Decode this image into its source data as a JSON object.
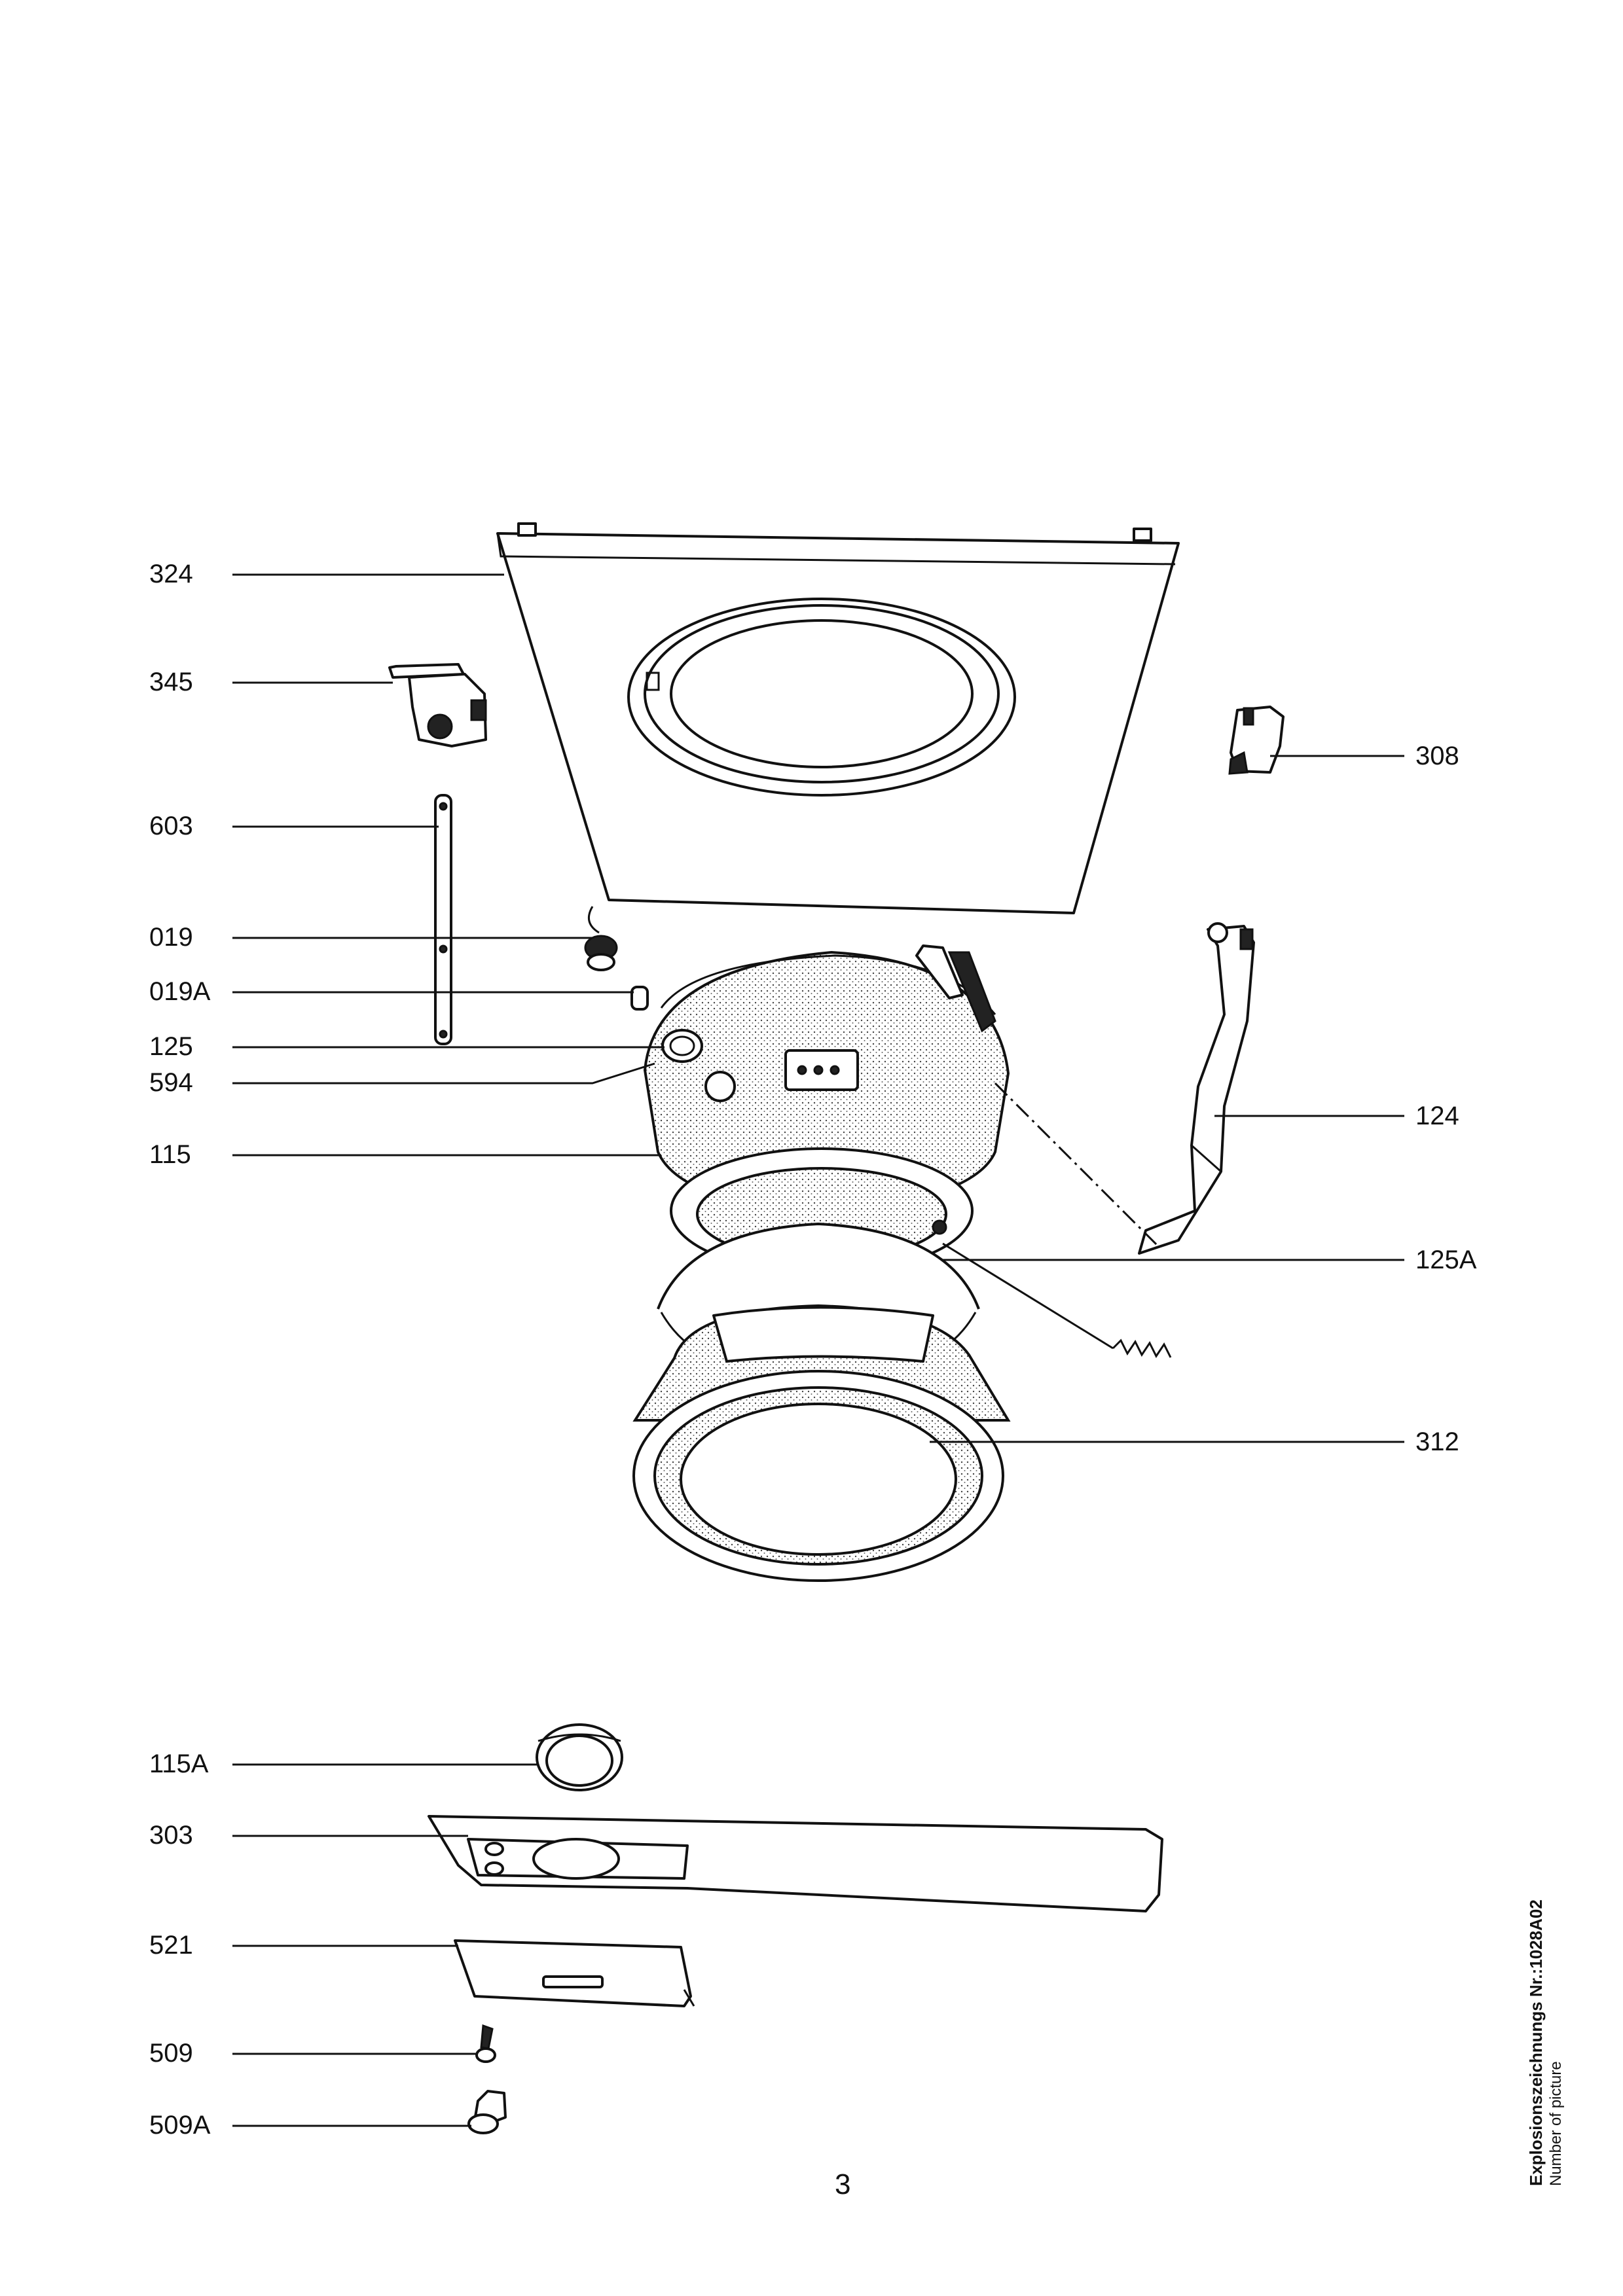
{
  "callouts": [
    {
      "id": "324"
    },
    {
      "id": "345"
    },
    {
      "id": "603"
    },
    {
      "id": "019"
    },
    {
      "id": "019A"
    },
    {
      "id": "125"
    },
    {
      "id": "594"
    },
    {
      "id": "115"
    },
    {
      "id": "115A"
    },
    {
      "id": "303"
    },
    {
      "id": "521"
    },
    {
      "id": "509"
    },
    {
      "id": "509A"
    },
    {
      "id": "308"
    },
    {
      "id": "124"
    },
    {
      "id": "125A"
    },
    {
      "id": "312"
    }
  ],
  "page_number": "3",
  "sidebar": {
    "drawing_no": "Explosionszeichnungs Nr.:1028A02",
    "caption": "Number of picture"
  }
}
